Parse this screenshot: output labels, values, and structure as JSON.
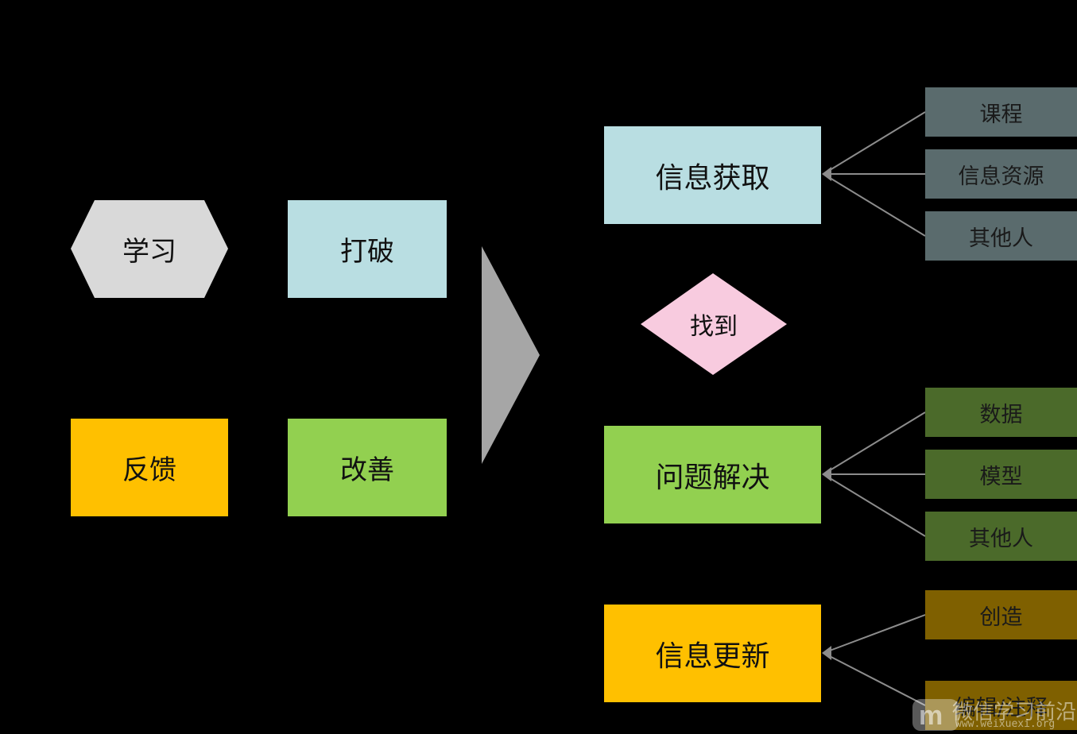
{
  "colors": {
    "background": "#000000",
    "gray_light": "#d9d9d9",
    "light_blue": "#b9dee2",
    "green": "#92d050",
    "amber": "#ffc000",
    "pink": "#f8cbdf",
    "arrow_gray": "#a6a6a6",
    "slate": "#5a6b6d",
    "dark_green": "#4b6a2a",
    "olive_brown": "#7f6000"
  },
  "left": {
    "learn": "学习",
    "break": "打破",
    "feedback": "反馈",
    "improve": "改善"
  },
  "right": {
    "info_acquire": "信息获取",
    "find": "找到",
    "problem_solve": "问题解决",
    "info_update": "信息更新"
  },
  "sources": {
    "acquire": [
      "课程",
      "信息资源",
      "其他人"
    ],
    "solve": [
      "数据",
      "模型",
      "其他人"
    ],
    "update": [
      "创造",
      "编辑/注释"
    ]
  },
  "watermark": {
    "title": "微信学习前沿",
    "url": "www.weixuexi.org"
  }
}
